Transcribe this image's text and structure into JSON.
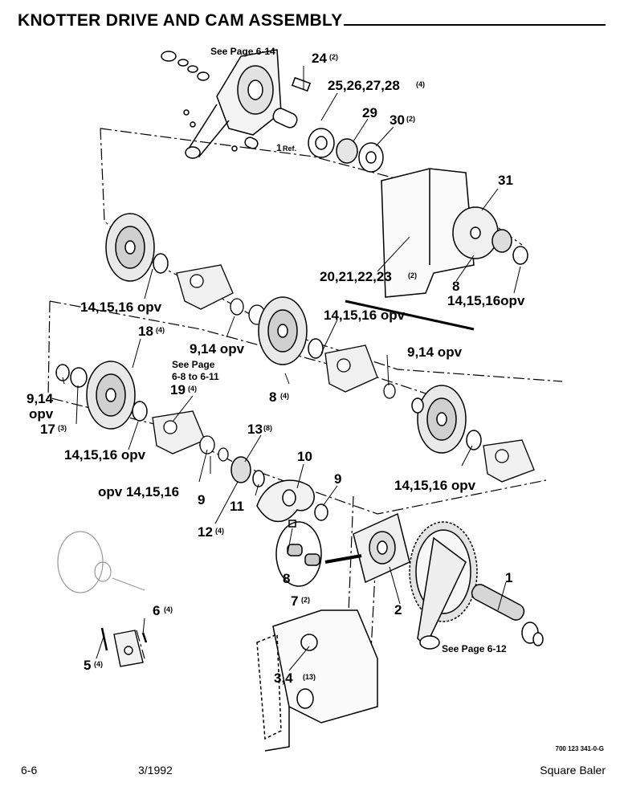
{
  "page": {
    "title": "KNOTTER DRIVE AND CAM ASSEMBLY",
    "footer_page": "6-6",
    "footer_date": "3/1992",
    "footer_product": "Square Baler",
    "drawing_number": "700 123 341-0-G"
  },
  "callouts": {
    "see_6_14": "See Page 6-14",
    "c24": "24",
    "c24q": "(2)",
    "c25_28": "25,26,27,28",
    "c25_28q": "(4)",
    "c29": "29",
    "c30": "30",
    "c30q": "(2)",
    "c1ref": "1",
    "c1ref_sub": "Ref.",
    "c31": "31",
    "c20_23": "20,21,22,23",
    "c20_23q": "(2)",
    "c8a": "8",
    "c14_16_opv_a": "14,15,16opv",
    "c14_16_opv_b": "14,15,16 opv",
    "c14_16_opv_c": "14,15,16 opv",
    "c9_14_opv_a": "9,14 opv",
    "c9_14_opv_b": "9,14 opv",
    "c18": "18",
    "c18q": "(4)",
    "see_page": "See Page",
    "see_6_8": "6-8 to 6-11",
    "c8b": "8",
    "c8bq": "(4)",
    "c19": "19",
    "c19q": "(4)",
    "c9_14": "9,14",
    "c_opv": "opv",
    "c17": "17",
    "c17q": "(3)",
    "c14_16_opv_d": "14,15,16 opv",
    "c13": "13",
    "c13q": "(8)",
    "c10": "10",
    "c9a": "9",
    "c9b": "9",
    "c11": "11",
    "c12": "12",
    "c12q": "(4)",
    "c14_16_opv_e": "14,15,16 opv",
    "c_opv_14_16": "opv 14,15,16",
    "c8c": "8",
    "c1": "1",
    "c2": "2",
    "c7": "7",
    "c7q": "(2)",
    "c6": "6",
    "c6q": "(4)",
    "c5": "5",
    "c5q": "(4)",
    "c3_4": "3,4",
    "c3_4q": "(13)",
    "see_6_12": "See Page 6-12"
  }
}
